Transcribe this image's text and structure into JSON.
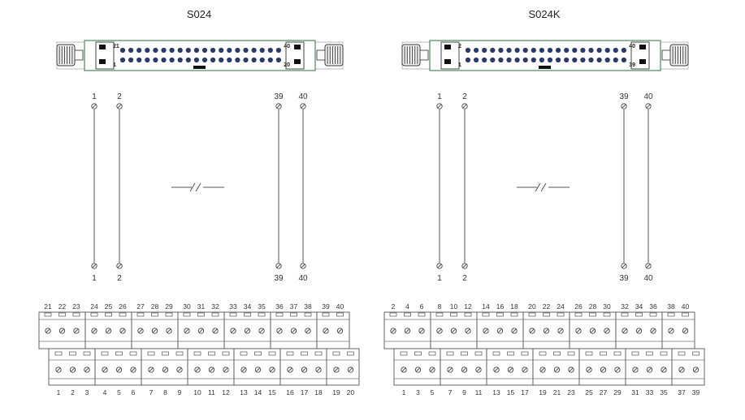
{
  "panels": [
    {
      "id": "s024",
      "title": "S024",
      "connector_labels": {
        "top_left": "21",
        "bottom_left": "1",
        "top_right": "40",
        "bottom_right": "20"
      },
      "wire_labels": [
        "1",
        "2",
        "39",
        "40"
      ],
      "terminal_top": [
        "21",
        "22",
        "23",
        "24",
        "25",
        "26",
        "27",
        "28",
        "29",
        "30",
        "31",
        "32",
        "33",
        "34",
        "35",
        "36",
        "37",
        "38",
        "39",
        "40"
      ],
      "terminal_bottom": [
        "1",
        "2",
        "3",
        "4",
        "5",
        "6",
        "7",
        "8",
        "9",
        "10",
        "11",
        "12",
        "13",
        "14",
        "15",
        "16",
        "17",
        "18",
        "19",
        "20"
      ]
    },
    {
      "id": "s024k",
      "title": "S024K",
      "connector_labels": {
        "top_left": "2",
        "bottom_left": "1",
        "top_right": "40",
        "bottom_right": "39"
      },
      "wire_labels": [
        "1",
        "2",
        "39",
        "40"
      ],
      "terminal_top": [
        "2",
        "4",
        "6",
        "8",
        "10",
        "12",
        "14",
        "16",
        "18",
        "20",
        "22",
        "24",
        "26",
        "28",
        "30",
        "32",
        "34",
        "36",
        "38",
        "40"
      ],
      "terminal_bottom": [
        "1",
        "3",
        "5",
        "7",
        "9",
        "11",
        "13",
        "15",
        "17",
        "19",
        "21",
        "23",
        "25",
        "27",
        "29",
        "31",
        "33",
        "35",
        "37",
        "39"
      ]
    }
  ],
  "colors": {
    "connector_outline": "#4a8a5a",
    "pin": "#2a3a6a",
    "line": "#555555",
    "dark": "#111111"
  }
}
